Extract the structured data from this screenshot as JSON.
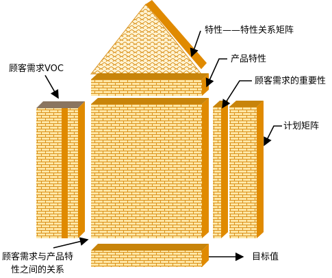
{
  "labels": {
    "characteristics_correlation": "特性——特性关系矩阵",
    "product_characteristics": "产品特性",
    "customer_requirement_importance": "顾客需求的重要性",
    "customer_requirements_voc": "顾客需求VOC",
    "planning_matrix": "计划矩阵",
    "relationship_line1": "顾客需求与产品特",
    "relationship_line2": "性之间的关系",
    "target_values": "目标值"
  },
  "colors": {
    "brick_fill": "#FFE7A6",
    "brick_mortar": "#D9901A",
    "side_face": "#E08A00",
    "top_face": "#C8840A",
    "voc_top_face": "#8A7560"
  }
}
